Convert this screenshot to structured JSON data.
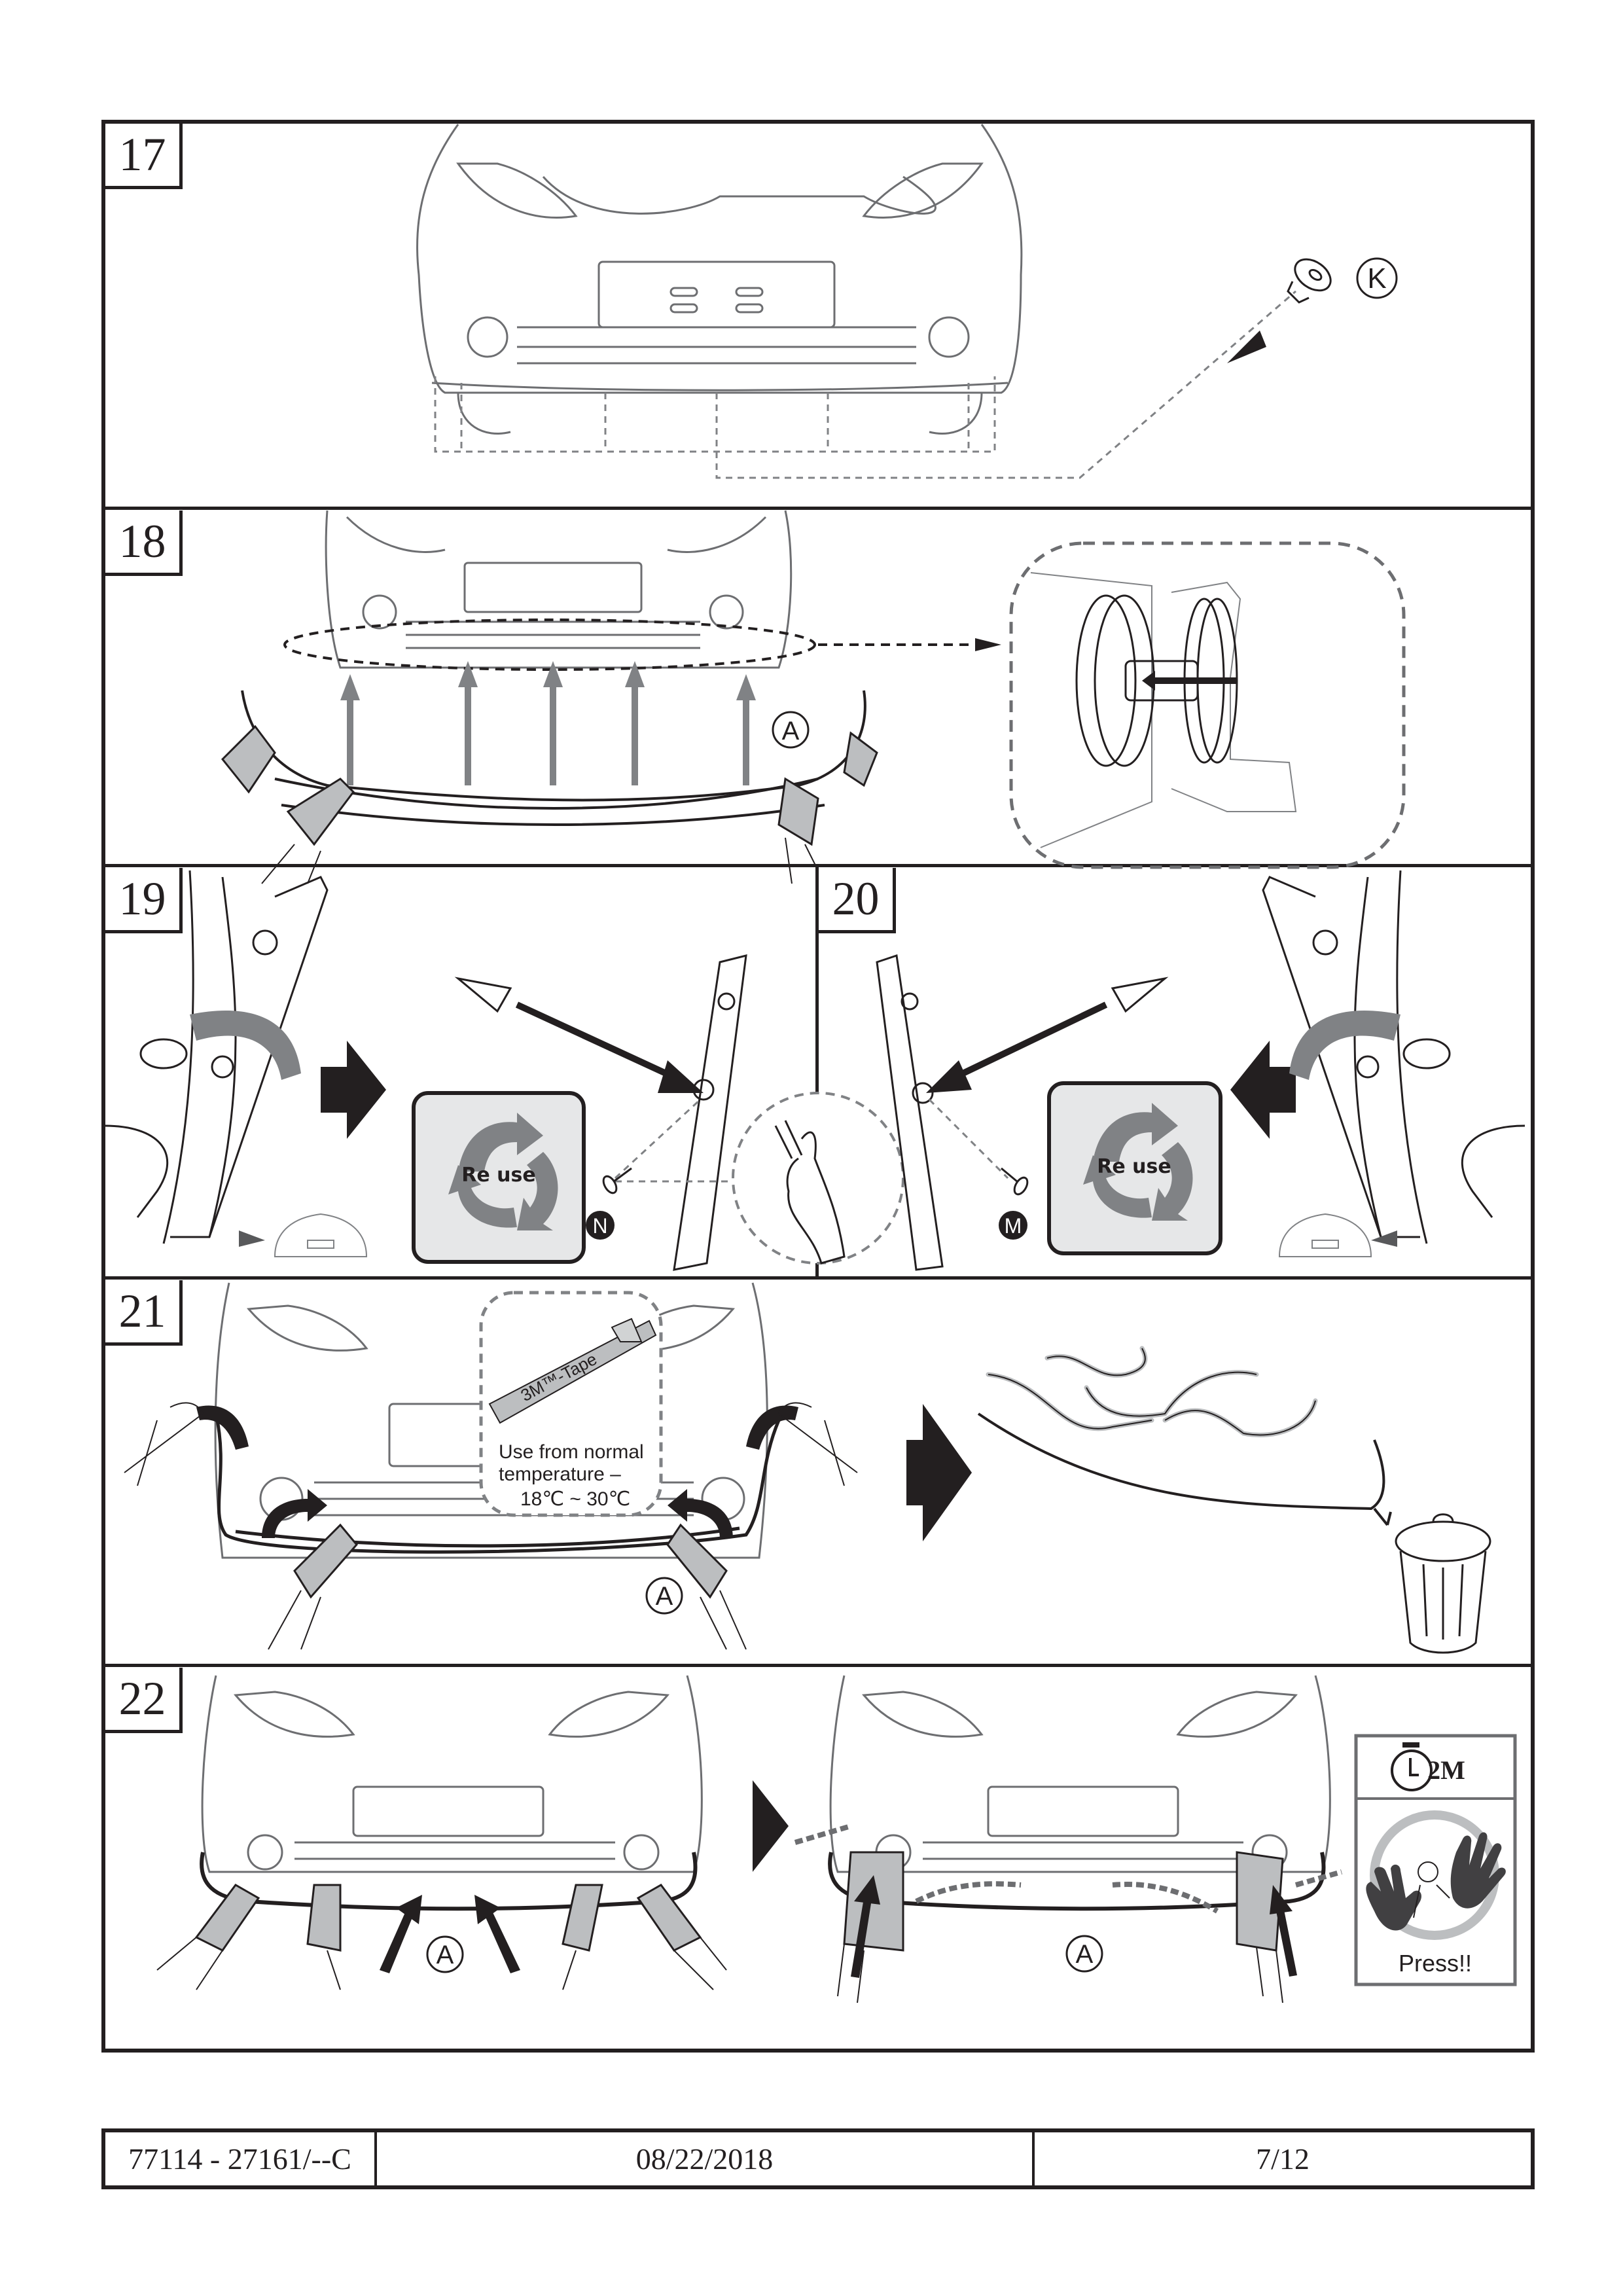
{
  "document": {
    "type": "installation-instructions-page"
  },
  "steps": [
    {
      "number": "17",
      "part_labels": [
        "K"
      ]
    },
    {
      "number": "18",
      "part_labels": [
        "A"
      ]
    },
    {
      "number": "19",
      "part_labels": [
        "N"
      ],
      "badge": "Re use"
    },
    {
      "number": "20",
      "part_labels": [
        "M"
      ],
      "badge": "Re use"
    },
    {
      "number": "21",
      "part_labels": [
        "A"
      ],
      "callout": {
        "tape_label": "3M™-Tape",
        "line1": "Use from normal",
        "line2": "temperature –",
        "line3": "18℃ ~ 30℃"
      }
    },
    {
      "number": "22",
      "part_labels": [
        "A",
        "A"
      ],
      "timer": "2M",
      "press_label": "Press!!"
    }
  ],
  "icons": {
    "reuse": "recycle-arrows-icon",
    "timer": "stopwatch-icon",
    "press": "hands-press-icon",
    "trash": "trash-can-icon",
    "clip": "push-clip-icon",
    "screw": "screw-icon"
  },
  "colors": {
    "ink": "#231f20",
    "gray_arrow": "#808285",
    "badge_bg": "#e6e7e8",
    "glove": "#bcbec0",
    "dashed": "#6d6e71"
  },
  "footer": {
    "part_number": "77114 - 27161/--C",
    "date": "08/22/2018",
    "page": "7/12"
  }
}
